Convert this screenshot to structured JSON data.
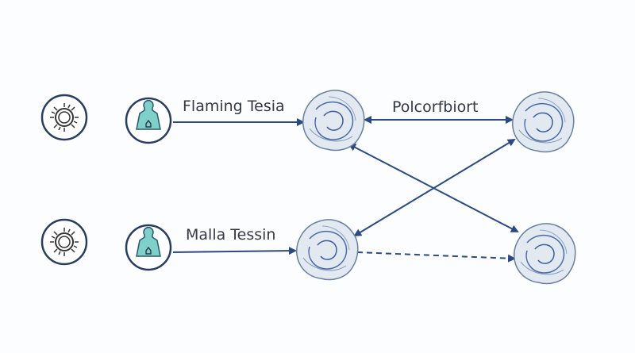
{
  "labels": {
    "top_left": "Flaming Tesia",
    "top_right": "Polcorfbiort",
    "bottom_left": "Malla Tessin"
  },
  "colors": {
    "arrow": "#2c4a80",
    "circle_stroke": "#2a3d60",
    "person_fill": "#7fcfcb",
    "rose_fill": "#dfe6ef",
    "rose_stroke": "#5a78a8"
  },
  "icons": [
    "sun-icon",
    "person-icon",
    "rose-node-icon"
  ]
}
